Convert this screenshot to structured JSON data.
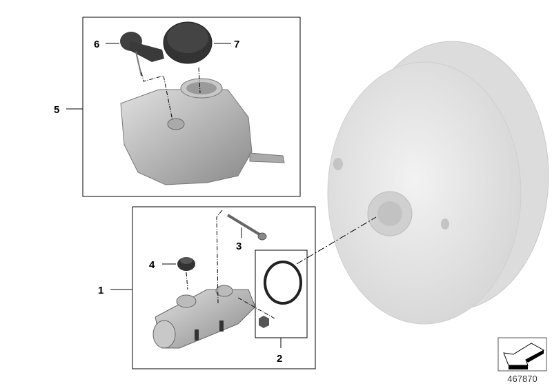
{
  "diagram": {
    "callouts": {
      "p1": "1",
      "p2": "2",
      "p3": "3",
      "p4": "4",
      "p5": "5",
      "p6": "6",
      "p7": "7"
    },
    "reference_number": "467870",
    "nav_icon": "arrow-back-icon",
    "colors": {
      "frame": "#000000",
      "booster": "#e6e6e6",
      "metal": "#b8b8b8",
      "rubber": "#3a3a3a"
    }
  }
}
